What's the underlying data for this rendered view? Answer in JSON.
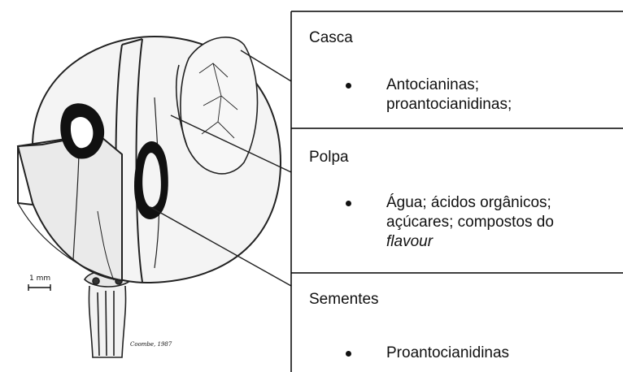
{
  "illustration": {
    "scale_label": "1 mm",
    "credit": "Coombe, 1987"
  },
  "panels": [
    {
      "title": "Casca",
      "lines": [
        "Antocianinas;",
        "proantocianidinas;"
      ]
    },
    {
      "title": "Polpa",
      "lines": [
        "Água; ácidos orgânicos;",
        "açúcares; compostos do",
        "flavour"
      ]
    },
    {
      "title": "Sementes",
      "lines": [
        "Proantocianidinas"
      ]
    }
  ],
  "colors": {
    "ink": "#111111",
    "border": "#000000",
    "shade": "#d9d9d9"
  }
}
